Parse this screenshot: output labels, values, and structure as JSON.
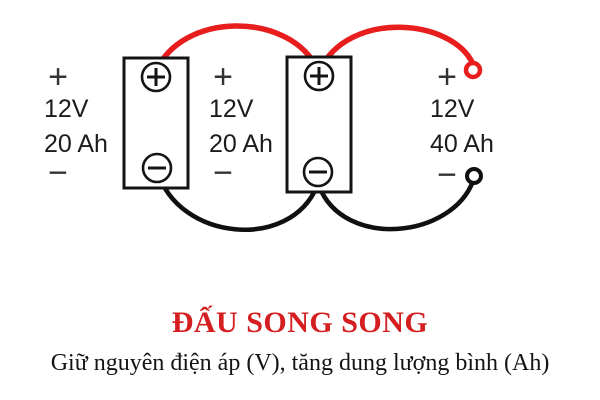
{
  "diagram": {
    "type": "battery-wiring-diagram",
    "connection": "parallel",
    "colors": {
      "positive_wire": "#e81d1d",
      "negative_wire": "#101010",
      "title_red": "#d41e20",
      "text_black": "#141414",
      "background": "#ffffff"
    },
    "batteries": [
      {
        "id": "battery-1",
        "plus_sign": "+",
        "voltage": "12V",
        "capacity": "20 Ah",
        "minus_sign": "−",
        "positive_terminal_glyph": "+",
        "negative_terminal_glyph": "−"
      },
      {
        "id": "battery-2",
        "plus_sign": "+",
        "voltage": "12V",
        "capacity": "20 Ah",
        "minus_sign": "−",
        "positive_terminal_glyph": "+",
        "negative_terminal_glyph": "−"
      }
    ],
    "result": {
      "id": "combined-output",
      "plus_sign": "+",
      "voltage": "12V",
      "capacity": "40 Ah",
      "minus_sign": "−",
      "positive_lead_color": "#e81d1d",
      "negative_lead_color": "#101010"
    }
  },
  "caption": {
    "title": "ĐẤU SONG SONG",
    "subtitle": "Giữ nguyên điện áp (V), tăng dung lượng bình (Ah)"
  }
}
